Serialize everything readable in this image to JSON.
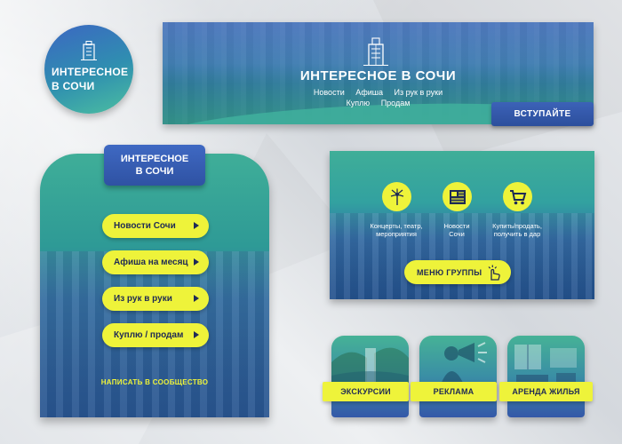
{
  "avatar": {
    "line1": "ИНТЕРЕСНОЕ",
    "line2": "В СОЧИ",
    "icon": "building-icon"
  },
  "banner": {
    "title": "ИНТЕРЕСНОЕ В СОЧИ",
    "nav_row1": [
      "Новости",
      "Афиша",
      "Из рук в руки"
    ],
    "nav_row2": [
      "Куплю",
      "Продам"
    ],
    "join_label": "ВСТУПАЙТЕ",
    "icon": "building-icon"
  },
  "menu": {
    "tab_line1": "ИНТЕРЕСНОЕ",
    "tab_line2": "В СОЧИ",
    "items": [
      "Новости Сочи",
      "Афиша на месяц",
      "Из рук в руки",
      "Куплю / продам"
    ],
    "write_link": "НАПИСАТЬ В СООБЩЕСТВО"
  },
  "widget": {
    "items": [
      {
        "label_line1": "Концерты, театр,",
        "label_line2": "мероприятия",
        "icon": "fireworks-icon"
      },
      {
        "label_line1": "Новости",
        "label_line2": "Сочи",
        "icon": "newspaper-icon"
      },
      {
        "label_line1": "Купить/продать,",
        "label_line2": "получить в дар",
        "icon": "cart-icon"
      }
    ],
    "group_button": "МЕНЮ ГРУППЫ",
    "group_icon": "hand-pointer-icon"
  },
  "cards": [
    {
      "label": "ЭКСКУРСИИ"
    },
    {
      "label": "РЕКЛАМА"
    },
    {
      "label": "АРЕНДА ЖИЛЬЯ"
    }
  ],
  "colors": {
    "accent_yellow": "#eef33a",
    "dark_blue": "#2f52a3",
    "teal": "#3fae98",
    "text_dark": "#1f2a55"
  }
}
